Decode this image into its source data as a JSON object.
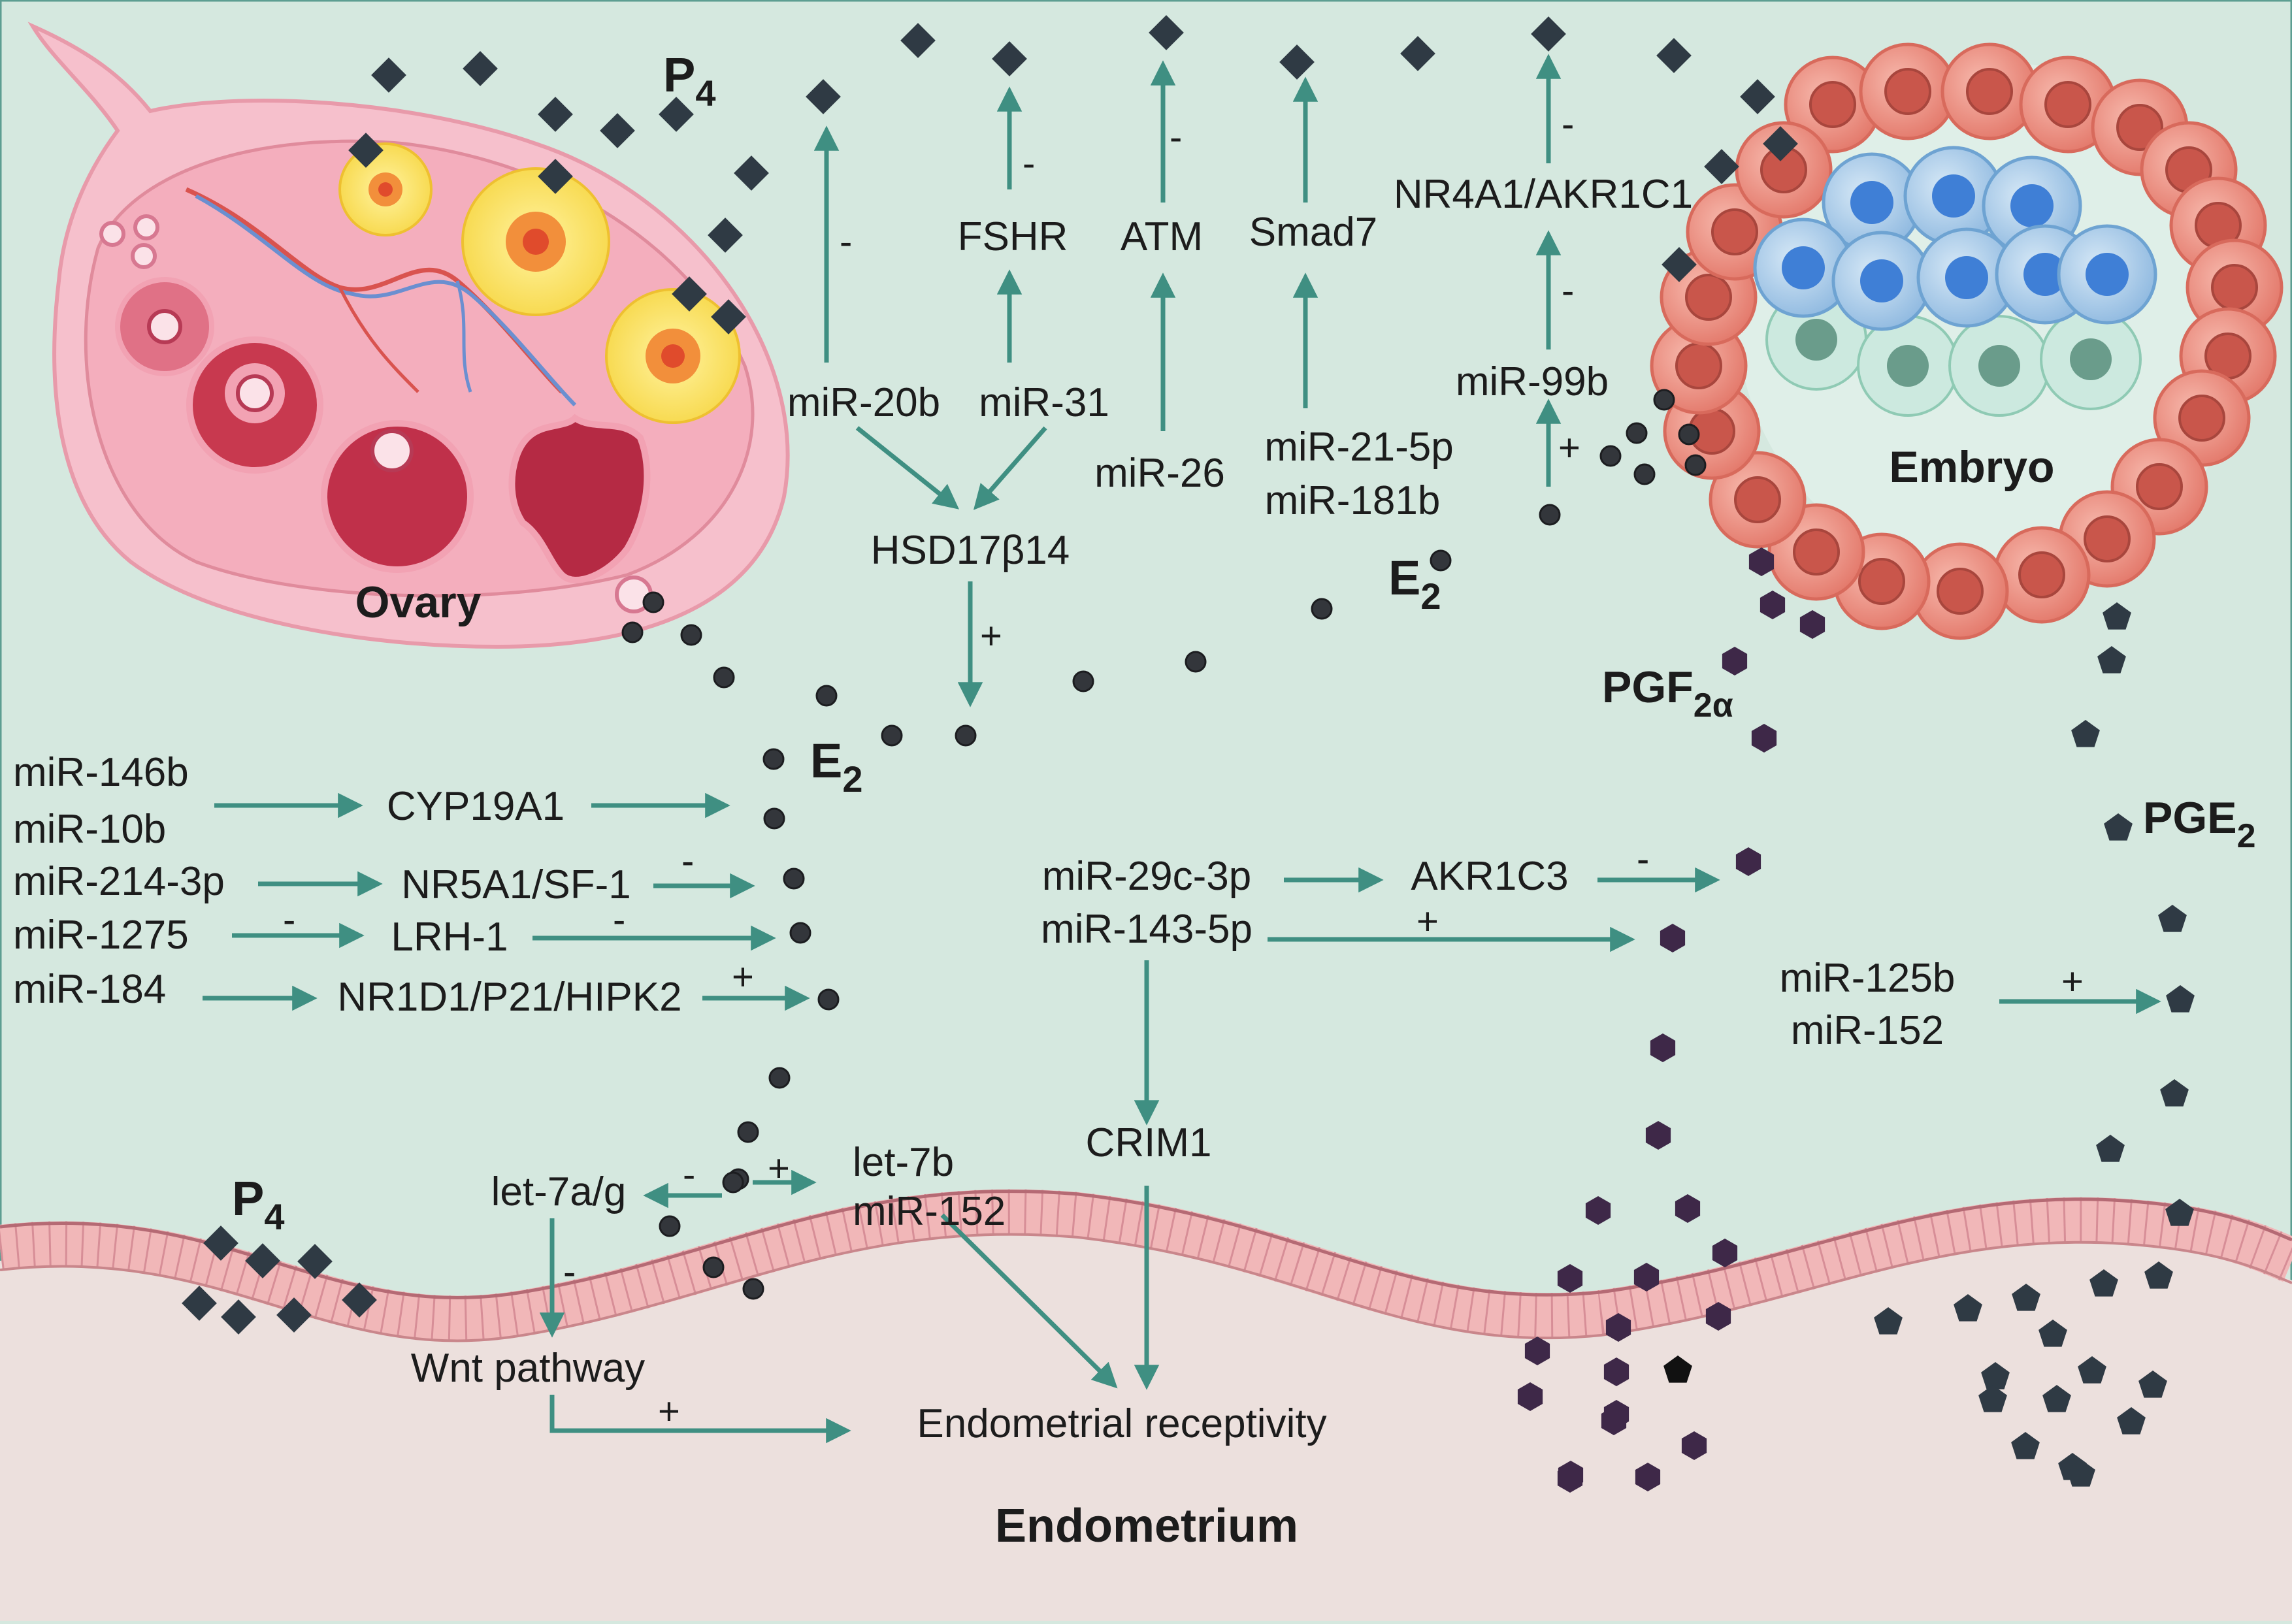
{
  "colors": {
    "background": "#d5e8df",
    "arrow": "#3f8f82",
    "estradiol_dot": "#33363b",
    "progesterone_diamond": "#2f3a44",
    "pgf2a_hexagon": "#3e2848",
    "pge2_pentagon": "#2f3a44",
    "endometrium": "#ece0dd",
    "epithelium": "#f1b7b8",
    "ovary": "#f6c0cc",
    "trophoblast": "#ef9e91",
    "inner_cell_mass": "#a9cde8",
    "hypoblast": "#c9e8dc"
  },
  "icons": [
    "ovary-illustration",
    "embryo-illustration",
    "endometrium-epithelium"
  ],
  "labels": {
    "ovary": "Ovary",
    "embryo": "Embryo",
    "endometrium": "Endometrium",
    "p4_top": "P",
    "p4_top_sub": "4",
    "p4_bottom": "P",
    "p4_bottom_sub": "4",
    "e2_left": "E",
    "e2_left_sub": "2",
    "e2_right": "E",
    "e2_right_sub": "2",
    "pgf": "PGF",
    "pgf_sub": "2α",
    "pge": "PGE",
    "pge_sub": "2"
  },
  "nodes": {
    "fshr": "FSHR",
    "atm": "ATM",
    "smad7": "Smad7",
    "nr4a1": "NR4A1/AKR1C1",
    "mir20b": "miR-20b",
    "mir31": "miR-31",
    "mir26": "miR-26",
    "mir21": "miR-21-5p",
    "mir181b": "miR-181b",
    "mir99b": "miR-99b",
    "hsd": "HSD17β14",
    "mir146b": "miR-146b",
    "mir10b": "miR-10b",
    "cyp19a1": "CYP19A1",
    "mir214": "miR-214-3p",
    "nr5a1": "NR5A1/SF-1",
    "mir1275": "miR-1275",
    "lrh1": "LRH-1",
    "mir184": "miR-184",
    "nr1d1": "NR1D1/P21/HIPK2",
    "mir29c": "miR-29c-3p",
    "mir143": "miR-143-5p",
    "akr1c3": "AKR1C3",
    "crim1": "CRIM1",
    "mir125b": "miR-125b",
    "mir152_right": "miR-152",
    "let7ag": "let-7a/g",
    "let7b": "let-7b",
    "mir152_bottom": "miR-152",
    "wnt": "Wnt pathway",
    "receptivity": "Endometrial receptivity"
  },
  "signs": {
    "s_mir20b": "-",
    "s_fshr": "-",
    "s_atm": "-",
    "s_nr4a1": "-",
    "s_mir99b": "-",
    "s_e2_mir99b": "+",
    "s_hsd": "+",
    "s_nr5a1": "-",
    "s_mir1275": "-",
    "s_lrh1": "-",
    "s_nr1d1": "+",
    "s_akr1c3": "-",
    "s_mir143": "+",
    "s_mir125b": "+",
    "s_let7ag": "-",
    "s_let7b": "+",
    "s_let7ag_down": "-",
    "s_wnt": "+"
  }
}
